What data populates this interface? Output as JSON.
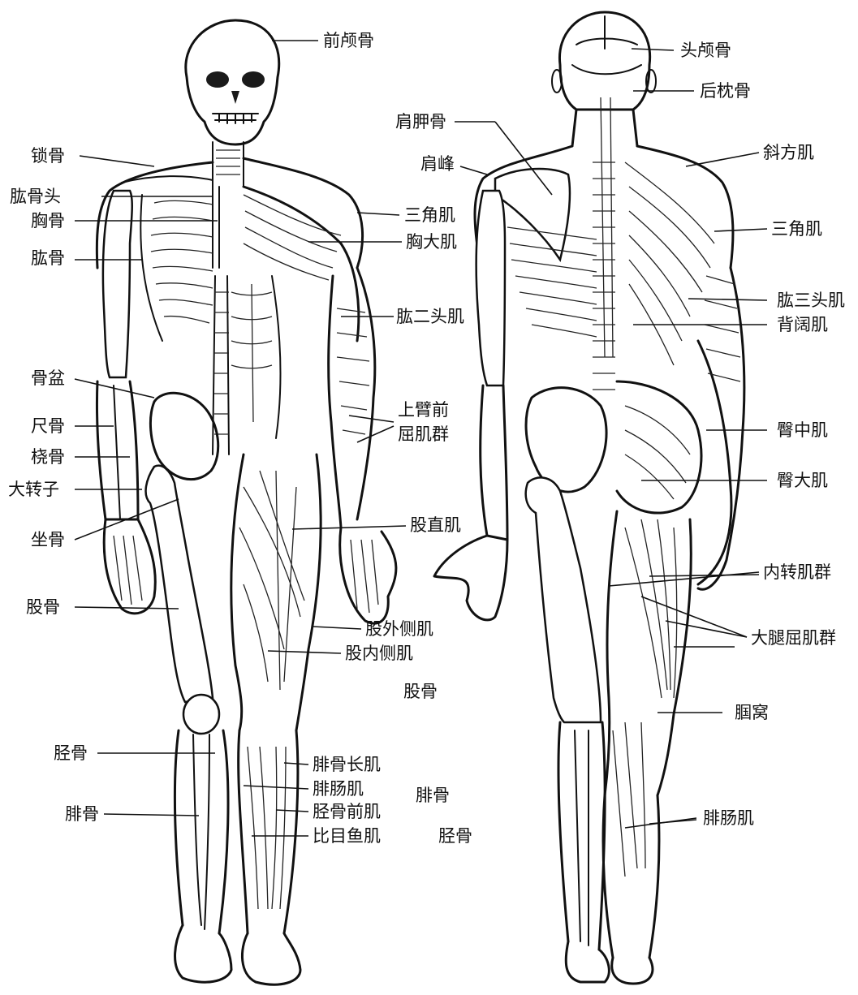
{
  "colors": {
    "ink": "#111111",
    "paper": "#ffffff"
  },
  "front": {
    "labels": {
      "frontal_bone": "前颅骨",
      "clavicle": "锁骨",
      "humeral_head": "肱骨头",
      "sternum": "胸骨",
      "humerus": "肱骨",
      "pelvis": "骨盆",
      "ulna": "尺骨",
      "radius": "桡骨",
      "greater_trochanter": "大转子",
      "ischium": "坐骨",
      "femur_left": "股骨",
      "tibia_left": "胫骨",
      "fibula_left": "腓骨",
      "deltoid": "三角肌",
      "pectoralis_major": "胸大肌",
      "biceps": "肱二头肌",
      "forearm_flexors_1": "上臂前",
      "forearm_flexors_2": "屈肌群",
      "rectus_femoris": "股直肌",
      "vastus_lateralis": "股外侧肌",
      "vastus_medialis": "股内侧肌",
      "femur_right": "股骨",
      "peroneus_longus": "腓骨长肌",
      "gastrocnemius": "腓肠肌",
      "tibialis_anterior": "胫骨前肌",
      "soleus": "比目鱼肌",
      "fibula_right": "腓骨",
      "tibia_right": "胫骨"
    }
  },
  "back": {
    "labels": {
      "cranium": "头颅骨",
      "occipital": "后枕骨",
      "scapula": "肩胛骨",
      "acromion": "肩峰",
      "trapezius": "斜方肌",
      "deltoid": "三角肌",
      "triceps": "肱三头肌",
      "latissimus": "背阔肌",
      "gluteus_medius": "臀中肌",
      "gluteus_maximus": "臀大肌",
      "adductors": "内转肌群",
      "hamstrings": "大腿屈肌群",
      "popliteal_fossa": "腘窝",
      "gastrocnemius": "腓肠肌"
    }
  }
}
